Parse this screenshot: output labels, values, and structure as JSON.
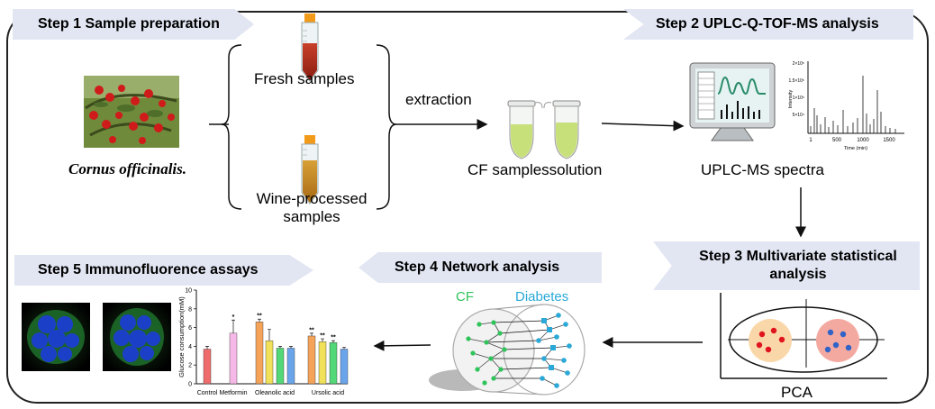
{
  "steps": {
    "step1": "Step 1 Sample preparation",
    "step2": "Step 2 UPLC-Q-TOF-MS analysis",
    "step3_line1": "Step 3 Multivariate statistical",
    "step3_line2": "analysis",
    "step4": "Step 4 Network analysis",
    "step5": "Step 5 Immunofluorence assays"
  },
  "labels": {
    "species": "Cornus officinalis.",
    "fresh": "Fresh samples",
    "wine_line1": "Wine-processed",
    "wine_line2": "samples",
    "extraction": "extraction",
    "cf_solution": "CF samplessolution",
    "spectra": "UPLC-MS spectra",
    "pca": "PCA",
    "cf": "CF",
    "diabetes": "Diabetes"
  },
  "colors": {
    "banner": "#e2e6f3",
    "cf_green": "#2fc45a",
    "diabetes_blue": "#2aa9d8"
  },
  "ms_chart": {
    "xlabel": "Time (min)",
    "ylabel": "Intensity",
    "x_ticks": [
      "1",
      "500",
      "1000",
      "1500"
    ],
    "y_ticks": [
      "5×10⁴",
      "1×10⁵",
      "1.5×10⁵",
      "2×10⁵"
    ]
  },
  "chart_data": {
    "type": "bar",
    "ylabel": "Glucose consumption(mM)",
    "ylim": [
      0,
      10
    ],
    "y_ticks": [
      0,
      2,
      4,
      6,
      8,
      10
    ],
    "groups": [
      "Control",
      "Metformin",
      "Oleanolic acid",
      "Ursolic acid"
    ],
    "bars": [
      {
        "group": 0,
        "value": 3.7,
        "err": 0.3,
        "sig": "",
        "color": "#f06b6b"
      },
      {
        "group": 1,
        "value": 5.4,
        "err": 1.4,
        "sig": "*",
        "color": "#f6b8e6"
      },
      {
        "group": 2,
        "value": 6.6,
        "err": 0.3,
        "sig": "**",
        "color": "#f6a35a"
      },
      {
        "group": 2,
        "value": 4.6,
        "err": 1.2,
        "sig": "",
        "color": "#f0e05a"
      },
      {
        "group": 2,
        "value": 3.8,
        "err": 0.2,
        "sig": "",
        "color": "#52d876"
      },
      {
        "group": 2,
        "value": 3.8,
        "err": 0.2,
        "sig": "",
        "color": "#6aa5ec"
      },
      {
        "group": 3,
        "value": 5.1,
        "err": 0.3,
        "sig": "**",
        "color": "#f6a35a"
      },
      {
        "group": 3,
        "value": 4.5,
        "err": 0.3,
        "sig": "**",
        "color": "#f0e05a"
      },
      {
        "group": 3,
        "value": 4.4,
        "err": 0.2,
        "sig": "**",
        "color": "#52d876"
      },
      {
        "group": 3,
        "value": 3.7,
        "err": 0.2,
        "sig": "",
        "color": "#6aa5ec"
      }
    ]
  }
}
